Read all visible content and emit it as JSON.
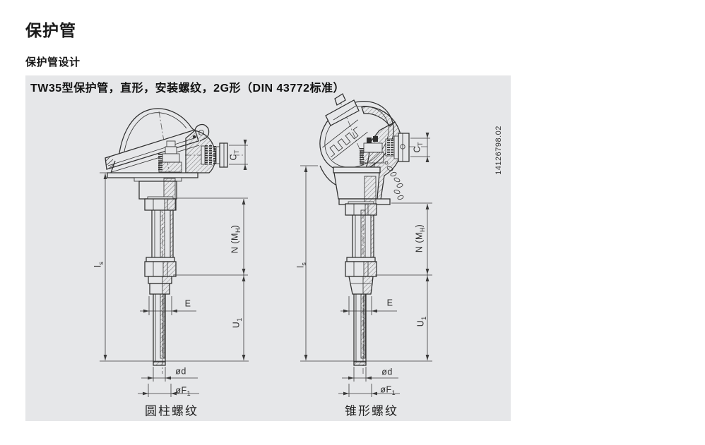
{
  "page": {
    "title": "保护管",
    "section_heading": "保护管设计",
    "figure_number": "14126798.02"
  },
  "panel": {
    "heading": "TW35型保护管，直形，安装螺纹，2G形（DIN 43772标准）"
  },
  "dimension_labels": {
    "ct": {
      "pre": "C",
      "sub": "T",
      "post": ""
    },
    "n_mh": {
      "pre": "N (M",
      "sub": "H",
      "post": ")"
    },
    "ls": {
      "pre": "l",
      "sub": "s",
      "post": ""
    },
    "u1": {
      "pre": "U",
      "sub": "1",
      "post": ""
    },
    "e": {
      "pre": "E",
      "sub": "",
      "post": ""
    },
    "d": {
      "pre": "ød",
      "sub": "",
      "post": ""
    },
    "f1": {
      "pre": "øF",
      "sub": "1",
      "post": ""
    }
  },
  "figures": [
    {
      "caption": "圆柱螺纹"
    },
    {
      "caption": "锥形螺纹"
    }
  ],
  "colors": {
    "panel_background": "#e6e7e9",
    "line": "#2f2f2f",
    "text": "#1a1a1a"
  }
}
